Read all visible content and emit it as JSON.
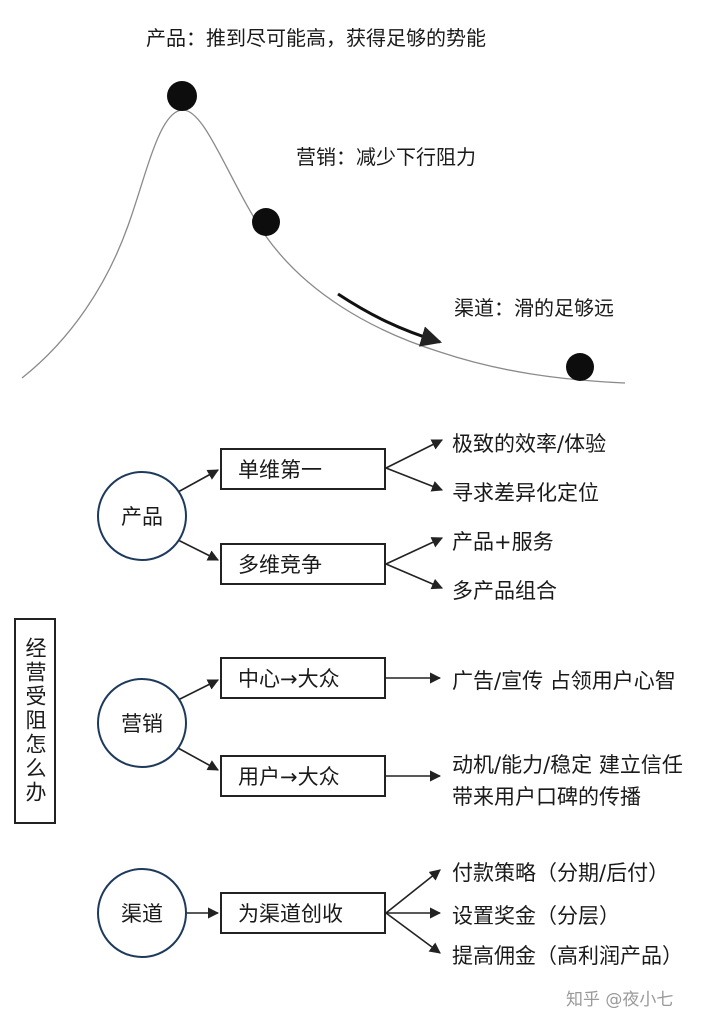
{
  "top": {
    "product_label": "产品：推到尽可能高，获得足够的势能",
    "marketing_label": "营销：减少下行阻力",
    "channel_label": "渠道：滑的足够远"
  },
  "side_title": "经营受阻怎么办",
  "tree": {
    "product": {
      "node": "产品",
      "branches": [
        {
          "label": "单维第一",
          "leaves": [
            "极致的效率/体验",
            "寻求差异化定位"
          ]
        },
        {
          "label": "多维竞争",
          "leaves": [
            "产品+服务",
            "多产品组合"
          ]
        }
      ]
    },
    "marketing": {
      "node": "营销",
      "branches": [
        {
          "label": "中心→大众",
          "leaves": [
            "广告/宣传 占领用户心智"
          ]
        },
        {
          "label": "用户→大众",
          "leaves": [
            "动机/能力/稳定 建立信任",
            "带来用户口碑的传播"
          ]
        }
      ]
    },
    "channel": {
      "node": "渠道",
      "branches": [
        {
          "label": "为渠道创收",
          "leaves": [
            "付款策略（分期/后付）",
            "设置奖金（分层）",
            "提高佣金（高利润产品）"
          ]
        }
      ]
    }
  },
  "watermark": "知乎 @夜小七"
}
